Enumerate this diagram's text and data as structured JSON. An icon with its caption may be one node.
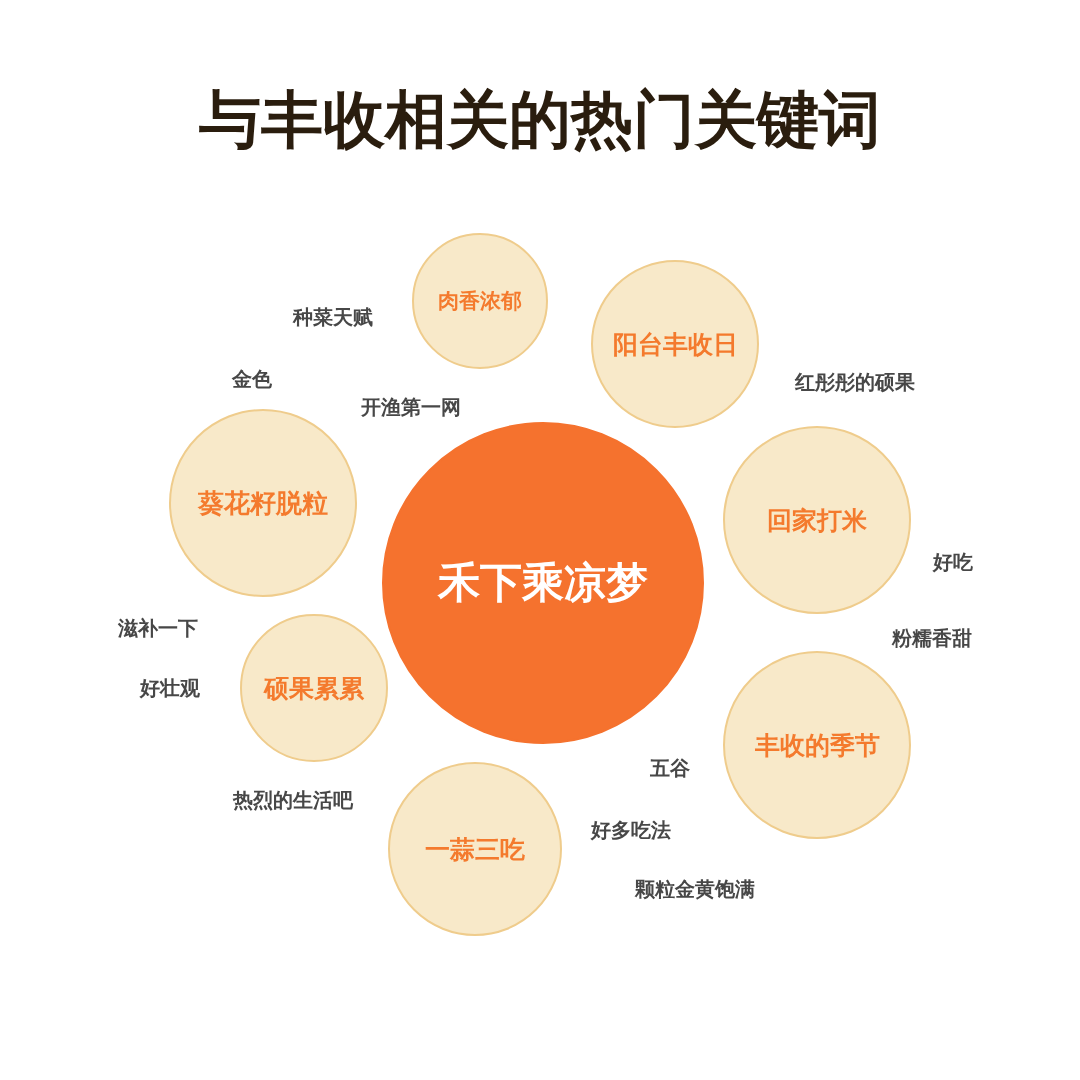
{
  "diagram": {
    "title": "与丰收相关的热门关键词",
    "nodes": [
      {
        "text": [
          "肉香浓郁"
        ]
      },
      {
        "text": [
          "阳台丰收日"
        ]
      },
      {
        "text": [
          "葵花籽脱粒"
        ]
      },
      {
        "text": [
          "回家打米"
        ]
      },
      {
        "text": [
          "禾下乘凉梦"
        ]
      },
      {
        "text": [
          "硕果累累"
        ]
      },
      {
        "text": [
          "丰收的季节"
        ]
      },
      {
        "text": [
          "一蒜三吃"
        ]
      }
    ],
    "labels": [
      "种菜天赋",
      "金色",
      "红彤彤的硕果",
      "开渔第一网",
      "好吃",
      "滋补一下",
      "粉糯香甜",
      "好壮观",
      "五谷",
      "热烈的生活吧",
      "好多吃法",
      "颗粒金黄饱满"
    ]
  }
}
